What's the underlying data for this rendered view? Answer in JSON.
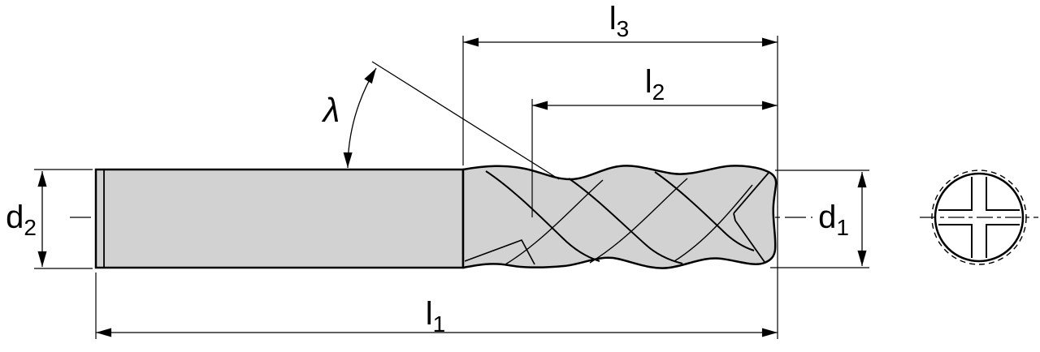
{
  "labels": {
    "l1": {
      "base": "l",
      "sub": "1"
    },
    "l2": {
      "base": "l",
      "sub": "2"
    },
    "l3": {
      "base": "l",
      "sub": "3"
    },
    "d1": {
      "base": "d",
      "sub": "1"
    },
    "d2": {
      "base": "d",
      "sub": "2"
    },
    "lambda": {
      "base": "λ",
      "sub": ""
    }
  },
  "colors": {
    "line": "#000000",
    "body_fill": "#d2d2d2",
    "background": "#ffffff"
  }
}
